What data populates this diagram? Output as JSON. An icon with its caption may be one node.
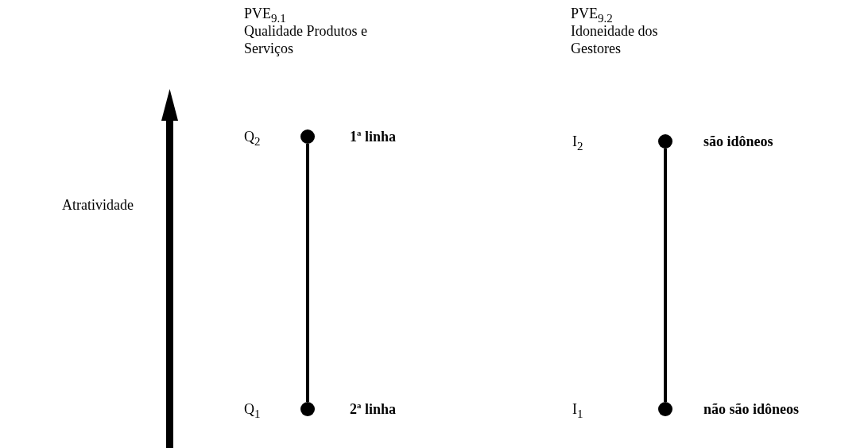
{
  "diagram": {
    "nodes": [
      {
        "text": [],
        "shape": "circle",
        "beside": [
          "Q$_{2}$",
          "1ª linha"
        ]
      },
      {
        "text": [],
        "shape": "circle",
        "beside": [
          "são idôneos"
        ]
      },
      {
        "text": [],
        "shape": "circle",
        "beside": [
          "Q$_{1}$",
          "2ª linha"
        ]
      },
      {
        "text": [],
        "shape": "circle",
        "beside": [
          "não são idôneos"
        ]
      }
    ],
    "edges": [
      {
        "from": 0,
        "to": 2,
        "arrow": "none"
      },
      {
        "from": 1,
        "to": 3,
        "arrow": "none"
      }
    ],
    "labels": [
      "PVE$_{9.1}$",
      "Qualidade Produtos e Serviços",
      "PVE$_{9.2}$",
      "Idoneidade dos Gestores",
      "Atratividade",
      "I$_{2}$",
      "I$_{1}$"
    ]
  }
}
